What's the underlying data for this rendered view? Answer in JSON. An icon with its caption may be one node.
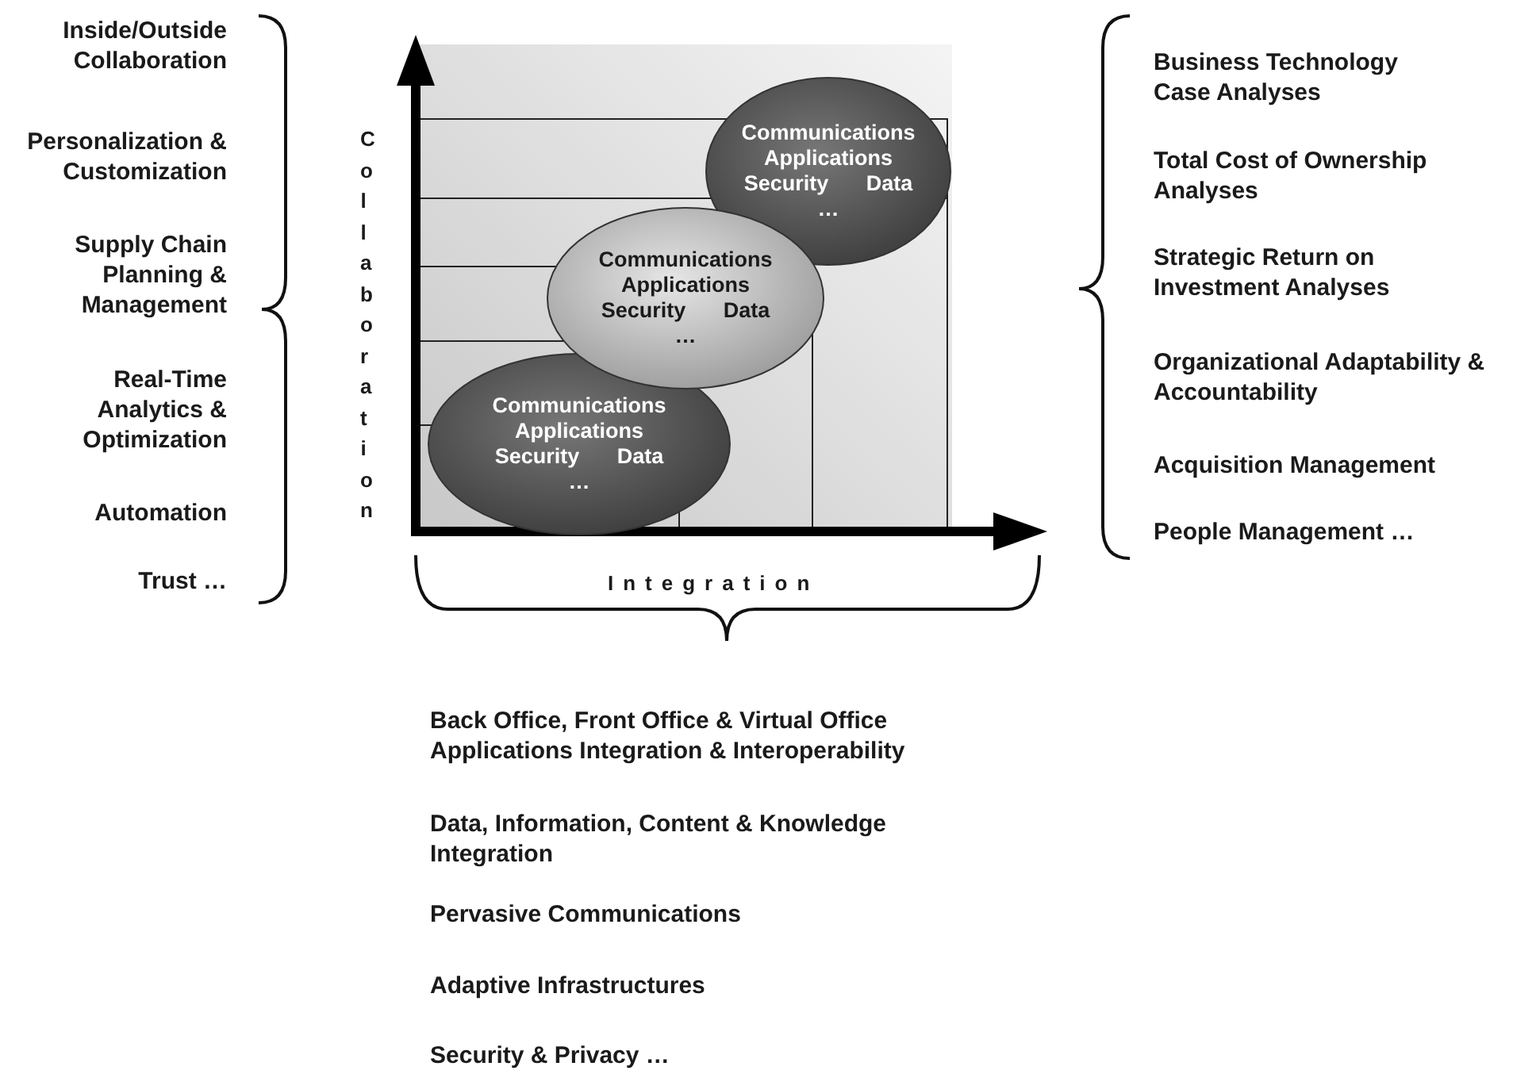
{
  "diagram": {
    "nodes": [
      {
        "text": [
          "Communications Applications Security Data …"
        ]
      },
      {
        "text": [
          "Communications Applications Security Data …"
        ]
      },
      {
        "text": [
          "Communications Applications Security Data …"
        ]
      }
    ],
    "labels": [
      "Inside/Outside Collaboration",
      "Personalization & Customization",
      "Supply Chain Planning & Management",
      "Real-Time Analytics & Optimization",
      "Automation",
      "Trust …",
      "Collaboration",
      "Business Technology Case Analyses",
      "Total Cost of Ownership Analyses",
      "Strategic Return on Investment Analyses",
      "Organizational Adaptability & Accountability",
      "Acquisition Management",
      "People Management …",
      "Integration",
      "Back Office, Front Office & Virtual Office Applications Integration & Interoperability",
      "Data, Information, Content & Knowledge Integration",
      "Pervasive Communications",
      "Adaptive Infrastructures",
      "Security & Privacy …"
    ]
  }
}
